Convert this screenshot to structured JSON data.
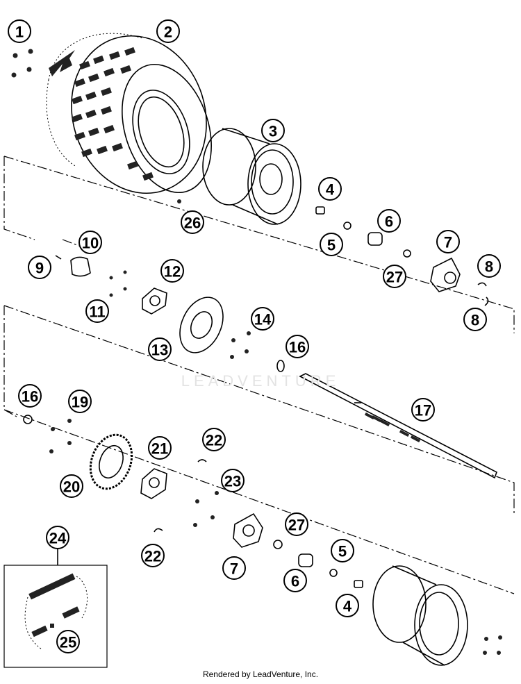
{
  "diagram": {
    "callouts": [
      "1",
      "2",
      "3",
      "4",
      "5",
      "6",
      "7",
      "8",
      "8",
      "9",
      "10",
      "11",
      "12",
      "13",
      "14",
      "16",
      "16",
      "17",
      "19",
      "20",
      "21",
      "22",
      "22",
      "23",
      "24",
      "25",
      "26",
      "27",
      "27",
      "7",
      "6",
      "5",
      "4"
    ]
  },
  "watermark": "LEADVENTURE",
  "footer": "Rendered by LeadVenture, Inc."
}
